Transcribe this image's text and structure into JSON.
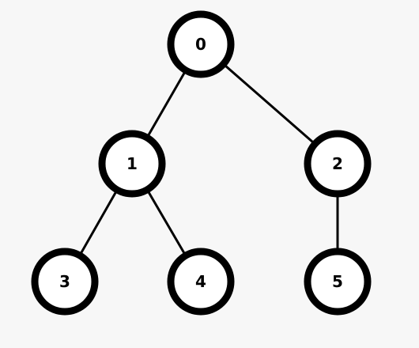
{
  "tree": {
    "nodes": [
      {
        "id": "0",
        "label": "0"
      },
      {
        "id": "1",
        "label": "1"
      },
      {
        "id": "2",
        "label": "2"
      },
      {
        "id": "3",
        "label": "3"
      },
      {
        "id": "4",
        "label": "4"
      },
      {
        "id": "5",
        "label": "5"
      }
    ],
    "edges": [
      {
        "from": "0",
        "to": "1"
      },
      {
        "from": "0",
        "to": "2"
      },
      {
        "from": "1",
        "to": "3"
      },
      {
        "from": "1",
        "to": "4"
      },
      {
        "from": "2",
        "to": "5"
      }
    ]
  },
  "style": {
    "background": "#f7f7f7",
    "node_fill": "#ffffff",
    "node_stroke": "#000000",
    "edge_color": "#000000"
  }
}
